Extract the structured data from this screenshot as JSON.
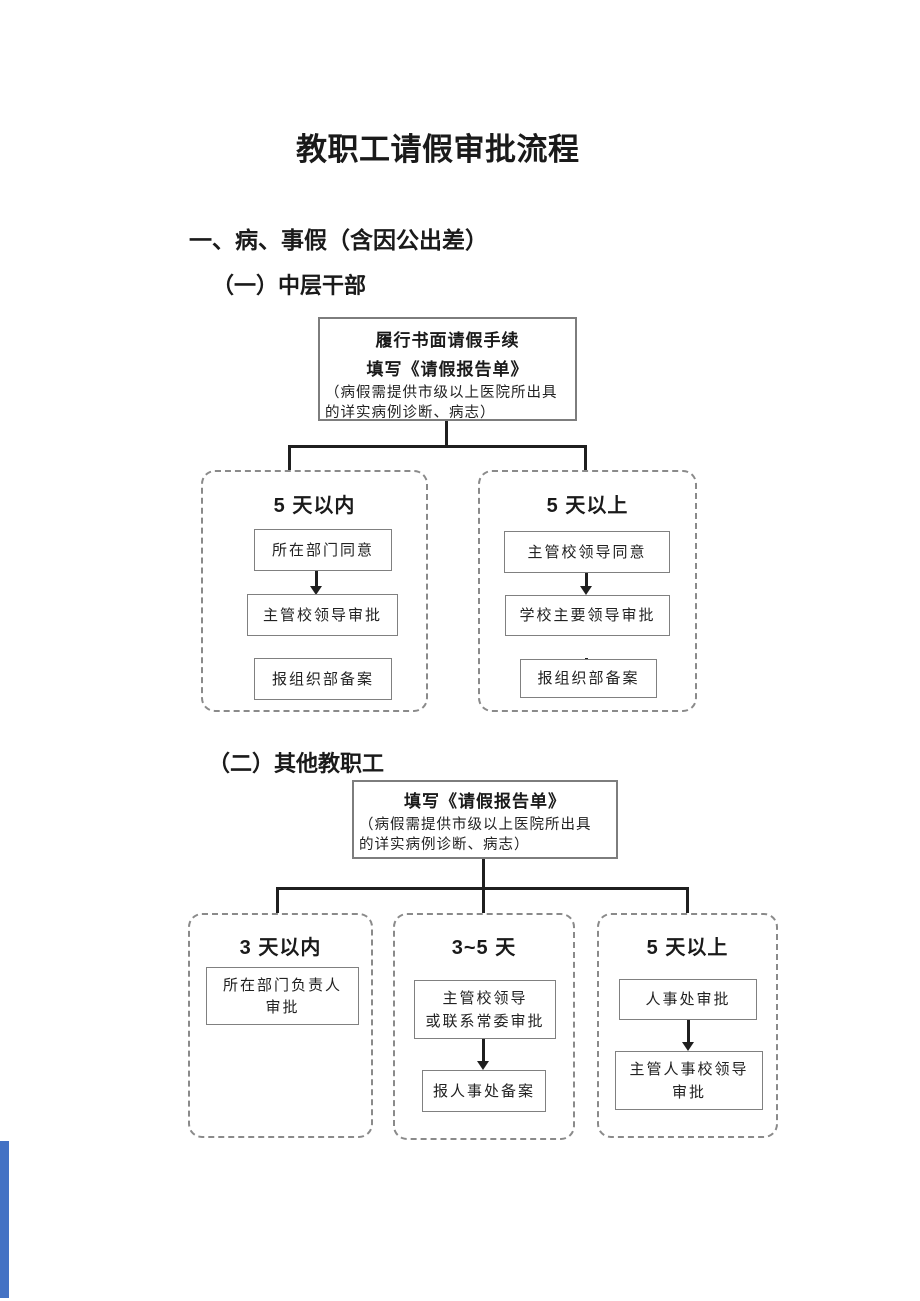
{
  "title": "教职工请假审批流程",
  "headings": {
    "section1": "一、病、事假（含因公出差）",
    "sub1": "（一）中层干部",
    "sub2": "（二）其他教职工"
  },
  "chart1": {
    "start": {
      "line1": "履行书面请假手续",
      "line2": "填写《请假报告单》",
      "note1": "（病假需提供市级以上医院所出具",
      "note2": "的详实病例诊断、病志）"
    },
    "left": {
      "label": "5 天以内",
      "step1": "所在部门同意",
      "step2": "主管校领导审批",
      "step3": "报组织部备案"
    },
    "right": {
      "label": "5 天以上",
      "step1": "主管校领导同意",
      "step2": "学校主要领导审批",
      "step3": "报组织部备案"
    }
  },
  "chart2": {
    "start": {
      "line1": "填写《请假报告单》",
      "note1": "（病假需提供市级以上医院所出具",
      "note2": "的详实病例诊断、病志）"
    },
    "b1": {
      "label": "3 天以内",
      "step1_line1": "所在部门负责人",
      "step1_line2": "审批"
    },
    "b2": {
      "label": "3~5 天",
      "step1_line1": "主管校领导",
      "step1_line2": "或联系常委审批",
      "step2": "报人事处备案"
    },
    "b3": {
      "label": "5 天以上",
      "step1": "人事处审批",
      "step2_line1": "主管人事校领导",
      "step2_line2": "审批"
    }
  },
  "colors": {
    "accent_bar": "#4472C4",
    "connector": "#1f1f1f",
    "box_border": "#7d7d7d",
    "text": "#1a1a1a"
  }
}
